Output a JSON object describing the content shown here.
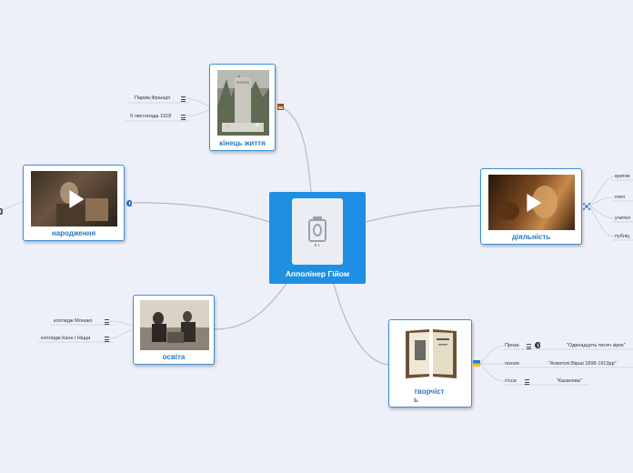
{
  "root": {
    "title": "Апполінер Гійом"
  },
  "branches": {
    "end_of_life": {
      "label": "кінець життя",
      "leaves": [
        "Париж,Франція",
        "9 листопада 1918"
      ]
    },
    "birth": {
      "label": "народження"
    },
    "education": {
      "label": "освіта",
      "leaves": [
        "колледж Монако",
        "колледж Канн і Ніцци"
      ]
    },
    "activity": {
      "label": "діяльність",
      "leaves": [
        "критик",
        "поет",
        "учител",
        "публіц"
      ]
    },
    "works": {
      "label_line1": "творчіст",
      "label_line2": "ь",
      "leaves": [
        {
          "name": "Проза",
          "value": "\"Одинадцять тисяч зірок\""
        },
        {
          "name": "поезія",
          "value": "\"Алкоголі.Вірші 1898-1913рр\""
        },
        {
          "name": "п'єси",
          "value": "\"Казанова\""
        }
      ]
    }
  },
  "colors": {
    "root": "#1e8fe3",
    "node_border": "#3b8fd6",
    "label": "#2a78c6",
    "background": "#eef0f9"
  }
}
